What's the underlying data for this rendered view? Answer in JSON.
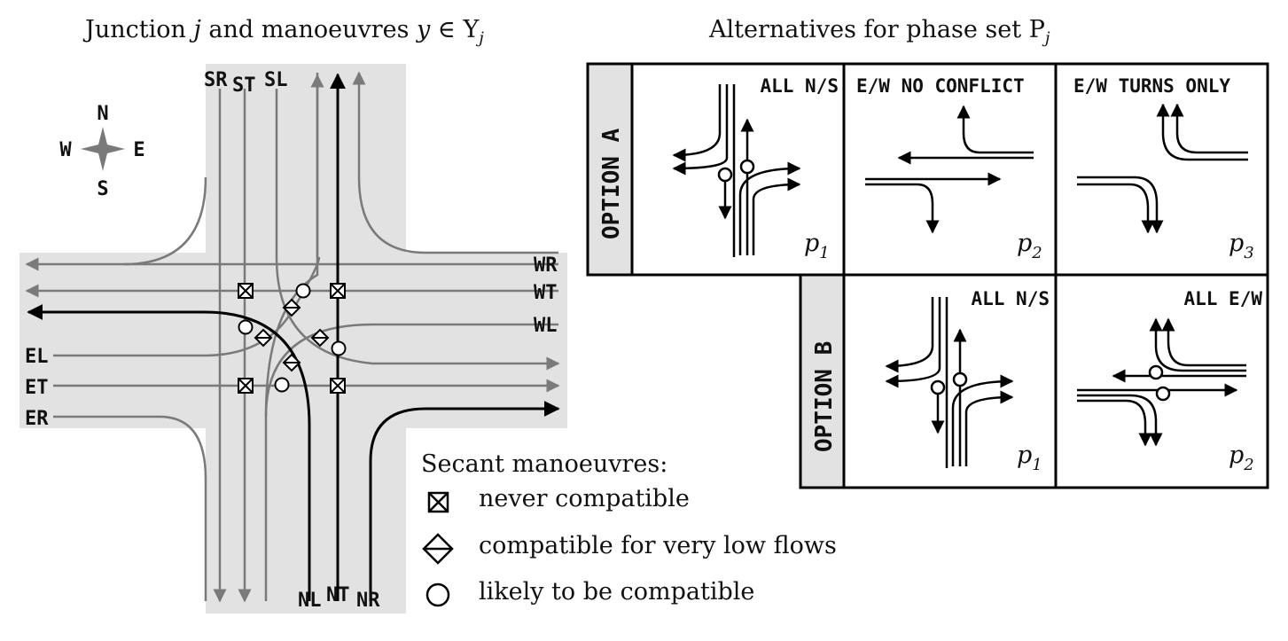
{
  "left_title": {
    "prefix": "Junction ",
    "j": "j",
    "mid": " and manoeuvres ",
    "y": "y",
    "in": " ∈ Υ",
    "sub": "j"
  },
  "right_title": {
    "text": "Alternatives for phase set P",
    "sub": "j"
  },
  "compass": {
    "n": "N",
    "s": "S",
    "e": "E",
    "w": "W"
  },
  "manoeuvres": {
    "south_top": [
      "SR",
      "ST",
      "SL"
    ],
    "north_bottom": [
      "NL",
      "NT",
      "NR"
    ],
    "west_right": [
      "WR",
      "WT",
      "WL"
    ],
    "east_left": [
      "EL",
      "ET",
      "ER"
    ]
  },
  "options": [
    {
      "label": "OPTION A",
      "phases": [
        {
          "heading": "ALL N/S",
          "p": "p",
          "sub": "1"
        },
        {
          "heading": "E/W NO CONFLICT",
          "p": "p",
          "sub": "2"
        },
        {
          "heading": "E/W TURNS ONLY",
          "p": "p",
          "sub": "3"
        }
      ]
    },
    {
      "label": "OPTION B",
      "phases": [
        {
          "heading": "ALL N/S",
          "p": "p",
          "sub": "1"
        },
        {
          "heading": "ALL E/W",
          "p": "p",
          "sub": "2"
        }
      ]
    }
  ],
  "legend": {
    "title": "Secant manoeuvres:",
    "items": [
      {
        "icon": "boxed-x-icon",
        "label": "never compatible"
      },
      {
        "icon": "split-diamond-icon",
        "label": "compatible for very low flows"
      },
      {
        "icon": "circle-icon",
        "label": "likely to be compatible"
      }
    ]
  },
  "colors": {
    "road": "#e2e2e2",
    "grey_line": "#7a7a7a",
    "black_line": "#000000"
  }
}
